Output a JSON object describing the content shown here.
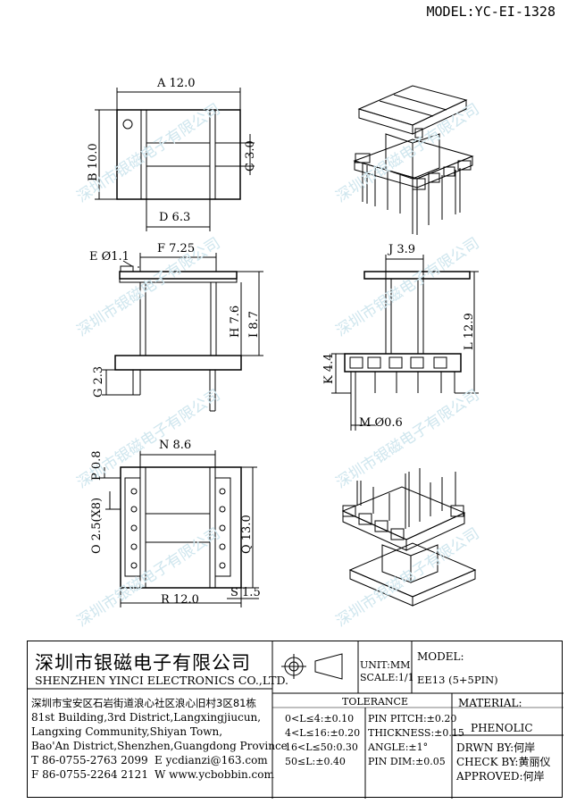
{
  "model_header": "MODEL:YC-EI-1328",
  "watermark": "深圳市银磁电子有限公司",
  "dimensions": {
    "a": "A 12.0",
    "b": "B 10.0",
    "c": "C 3.0",
    "d": "D 6.3",
    "e": "E Ø1.1",
    "f": "F 7.25",
    "g": "G 2.3",
    "h": "H 7.6",
    "i": "I 8.7",
    "j": "J 3.9",
    "k": "K 4.4",
    "l": "L 12.9",
    "m": "M Ø0.6",
    "n": "N 8.6",
    "o": "O 2.5(X8)",
    "p": "P 0.8",
    "q": "Q 13.0",
    "r": "R 12.0",
    "s": "S 1.5"
  },
  "title_block": {
    "company_cn": "深圳市银磁电子有限公司",
    "company_en": "SHENZHEN YINCI ELECTRONICS CO.,LTD.",
    "address_cn": "深圳市宝安区石岩街道浪心社区浪心旧村3区81栋",
    "address_en_1": "81st Building,3rd District,Langxingjiucun,",
    "address_en_2": "Langxing Community,Shiyan Town,",
    "address_en_3": "Bao'An District,Shenzhen,Guangdong Province",
    "tel": "T 86-0755-2763 2099",
    "email": "E ycdianzi@163.com",
    "fax": "F 86-0755-2264 2121",
    "web": "W www.ycbobbin.com",
    "unit": "UNIT:MM",
    "scale": "SCALE:1/1",
    "model_label": "MODEL:",
    "model_value": "EE13 (5+5PIN)",
    "tolerance_title": "TOLERANCE",
    "tolerances": [
      "0<L≤4:±0.10",
      "4<L≤16:±0.20",
      "16<L≤50:0.30",
      "50≤L:±0.40"
    ],
    "pin_specs": [
      "PIN PITCH:±0.20",
      "THICKNESS:±0.15",
      "ANGLE:±1°",
      "PIN DIM:±0.05"
    ],
    "material_label": "MATERIAL:",
    "material_value": "PHENOLIC",
    "drawn_by": "DRWN BY:何岸",
    "check_by": "CHECK BY:黄丽仪",
    "approved": "APPROVED:何岸"
  }
}
